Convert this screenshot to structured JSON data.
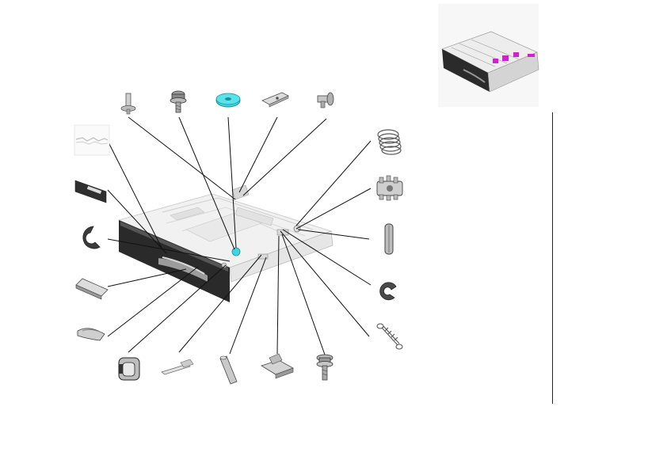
{
  "diagram": {
    "tray_color": "#e3e3e3",
    "tray_front_color": "#2a2a2a",
    "leader_color": "#111111",
    "highlight_cyan": "#3fd6de",
    "highlight_magenta": "#d020d0",
    "parts": [
      {
        "id": "pin-top",
        "icon": "pin"
      },
      {
        "id": "screw-flange-top",
        "icon": "screw"
      },
      {
        "id": "washer-cyan",
        "icon": "washer"
      },
      {
        "id": "bracket-plate",
        "icon": "bracket"
      },
      {
        "id": "shoulder-screw",
        "icon": "shoulder-screw"
      },
      {
        "id": "coil-spring",
        "icon": "spring"
      },
      {
        "id": "gear",
        "icon": "gear"
      },
      {
        "id": "shaft-rod",
        "icon": "rod"
      },
      {
        "id": "e-ring",
        "icon": "e-ring"
      },
      {
        "id": "extension-spring",
        "icon": "extension-spring"
      },
      {
        "id": "screw-bottom",
        "icon": "screw"
      },
      {
        "id": "clip-plate",
        "icon": "clip"
      },
      {
        "id": "roller-pin",
        "icon": "roller-pin"
      },
      {
        "id": "lever-arm",
        "icon": "lever"
      },
      {
        "id": "cap-knob",
        "icon": "cap"
      },
      {
        "id": "handle-grip",
        "icon": "handle"
      },
      {
        "id": "stop-block",
        "icon": "stopper"
      },
      {
        "id": "c-clip",
        "icon": "c-clip"
      },
      {
        "id": "front-label",
        "icon": "label"
      },
      {
        "id": "rail-strip",
        "icon": "rail"
      }
    ]
  }
}
